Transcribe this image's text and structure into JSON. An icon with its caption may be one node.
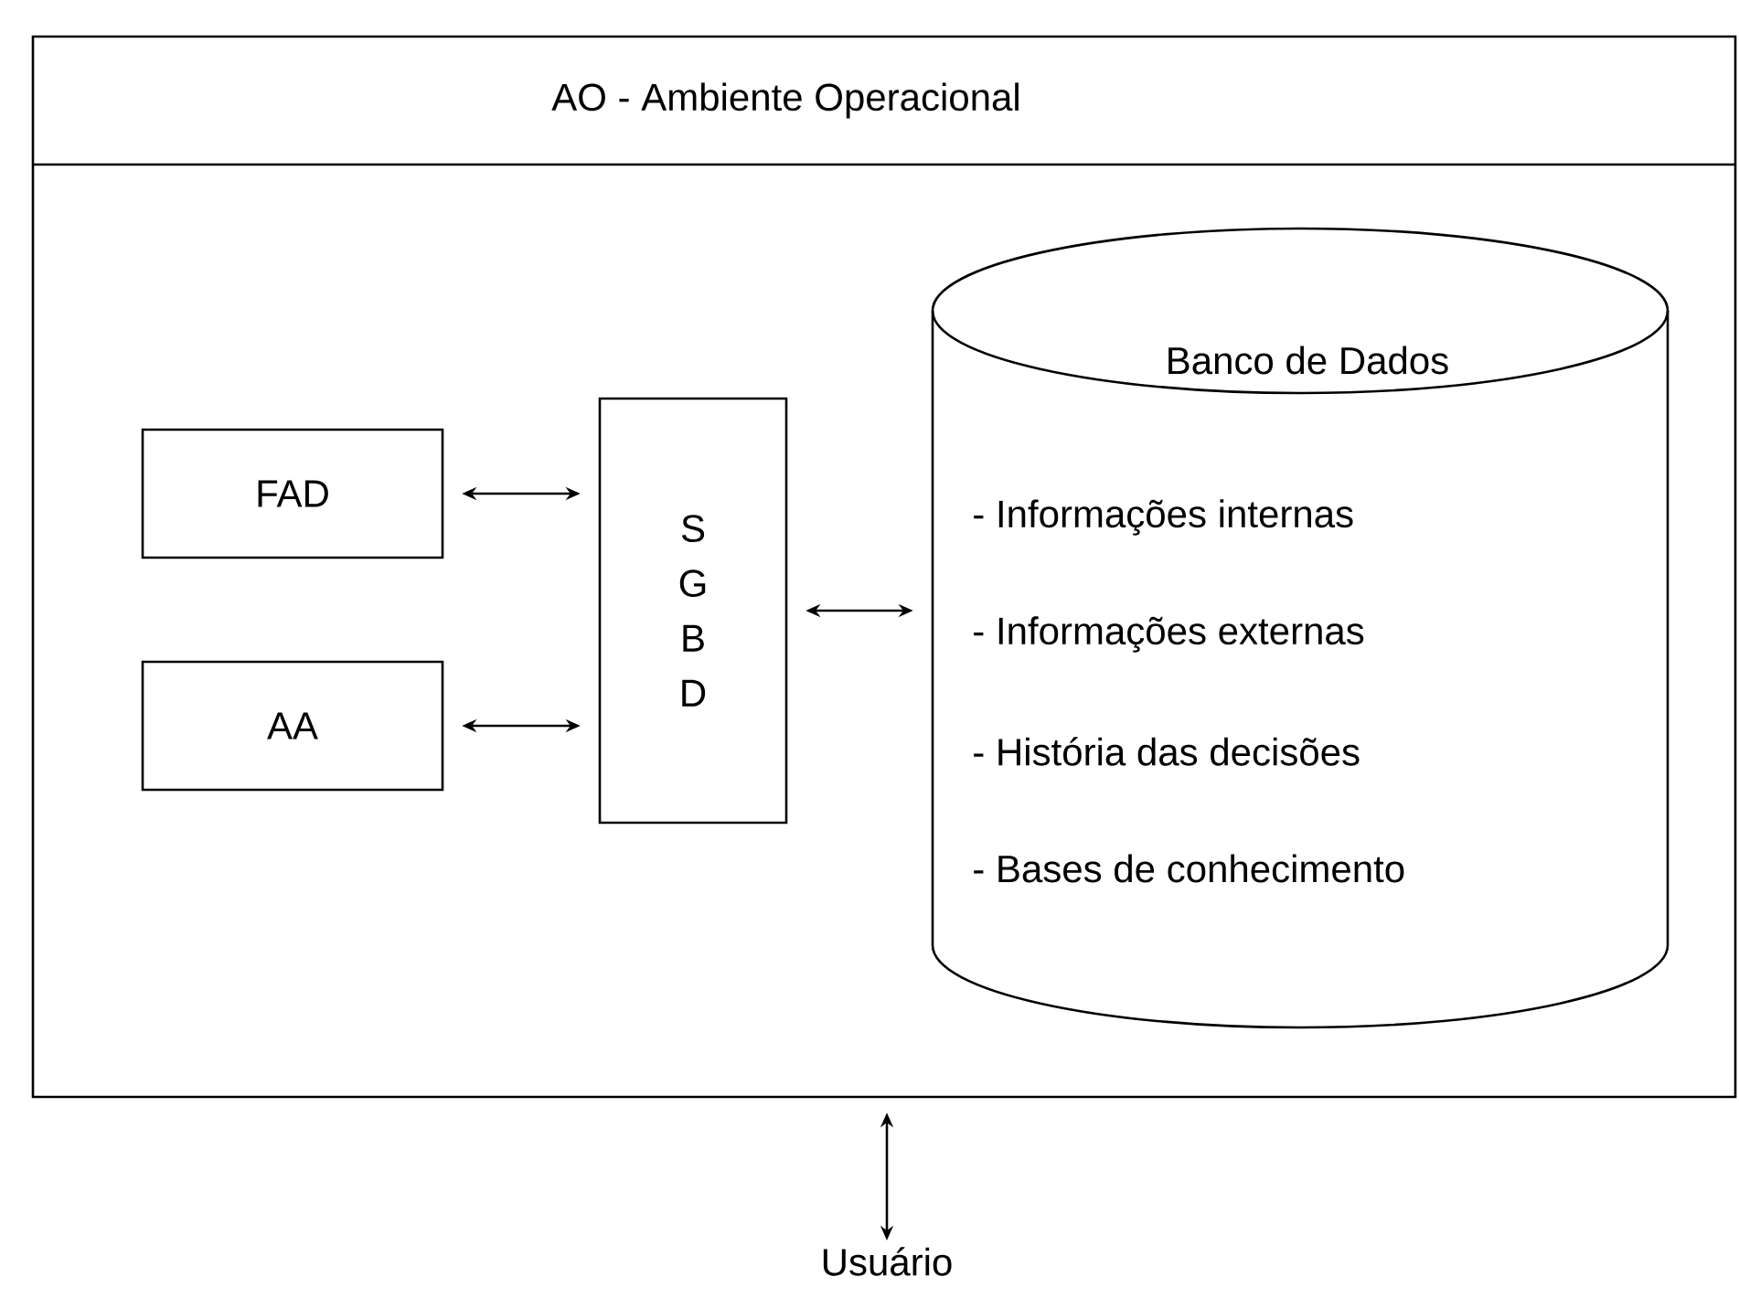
{
  "diagram": {
    "nodes": [
      {
        "text": [
          "AO - Ambiente Operacional"
        ]
      },
      {
        "text": [
          "FAD"
        ],
        "in": 0
      },
      {
        "text": [
          "AA"
        ],
        "in": 0
      },
      {
        "text": [
          "S G B D"
        ],
        "in": 0
      },
      {
        "text": [
          "Banco de Dados",
          "- Informações internas",
          "- Informações externas",
          "- História das decisões",
          "- Bases de conhecimento"
        ],
        "in": 0
      },
      {
        "text": [
          "Usuário"
        ]
      }
    ],
    "edges": [
      {
        "from": 1,
        "to": 3,
        "arrow": "both"
      },
      {
        "from": 2,
        "to": 3,
        "arrow": "both"
      },
      {
        "from": 3,
        "to": 4,
        "arrow": "both"
      },
      {
        "from": 0,
        "to": 5,
        "arrow": "both"
      }
    ]
  }
}
